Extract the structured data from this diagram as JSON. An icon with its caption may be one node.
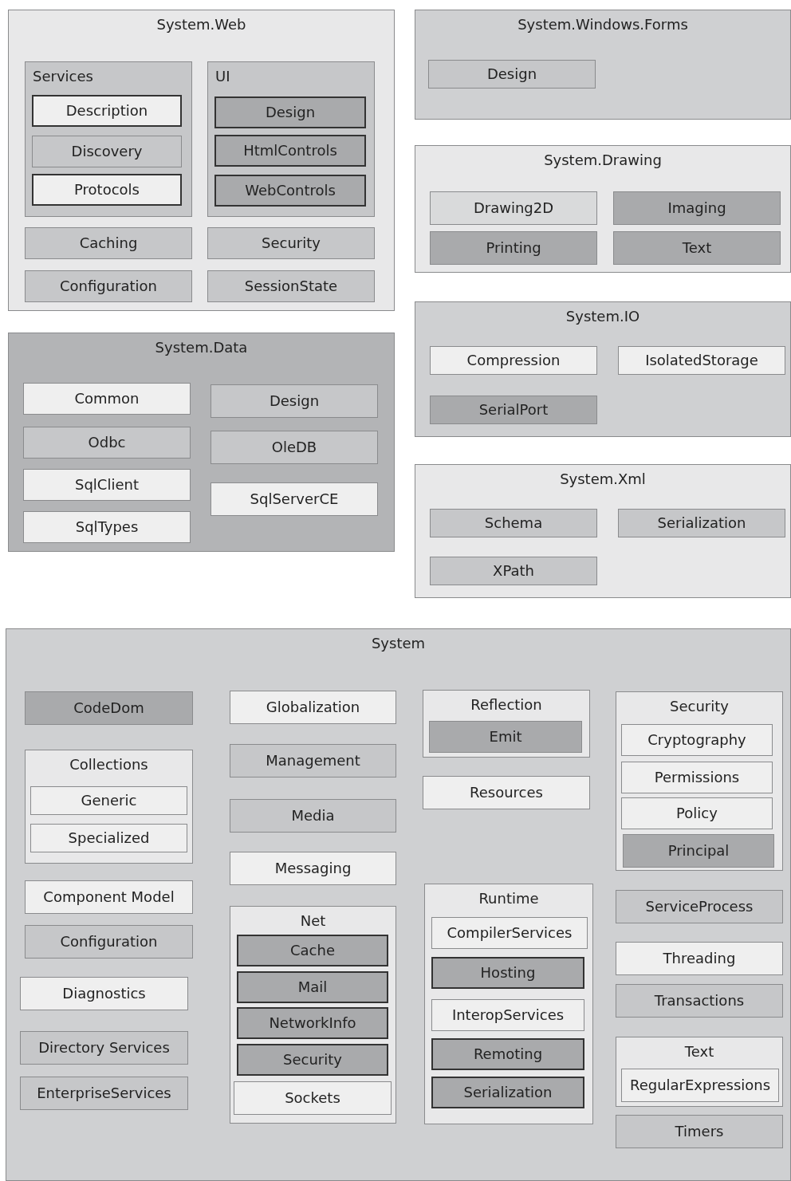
{
  "diagram": {
    "nodes": [
      {
        "text": [
          "System.Web"
        ]
      },
      {
        "text": [
          "Services"
        ],
        "in": 0
      },
      {
        "text": [
          "Description"
        ],
        "in": 1
      },
      {
        "text": [
          "Discovery"
        ],
        "in": 1
      },
      {
        "text": [
          "Protocols"
        ],
        "in": 1
      },
      {
        "text": [
          "UI"
        ],
        "in": 0
      },
      {
        "text": [
          "Design"
        ],
        "in": 5
      },
      {
        "text": [
          "HtmlControls"
        ],
        "in": 5
      },
      {
        "text": [
          "WebControls"
        ],
        "in": 5
      },
      {
        "text": [
          "Caching"
        ],
        "in": 0
      },
      {
        "text": [
          "Security"
        ],
        "in": 0
      },
      {
        "text": [
          "Configuration"
        ],
        "in": 0
      },
      {
        "text": [
          "SessionState"
        ],
        "in": 0
      },
      {
        "text": [
          "System.Data"
        ]
      },
      {
        "text": [
          "Common"
        ],
        "in": 13
      },
      {
        "text": [
          "Odbc"
        ],
        "in": 13
      },
      {
        "text": [
          "SqlClient"
        ],
        "in": 13
      },
      {
        "text": [
          "SqlTypes"
        ],
        "in": 13
      },
      {
        "text": [
          "Design"
        ],
        "in": 13
      },
      {
        "text": [
          "OleDB"
        ],
        "in": 13
      },
      {
        "text": [
          "SqlServerCE"
        ],
        "in": 13
      },
      {
        "text": [
          "System.Windows.Forms"
        ]
      },
      {
        "text": [
          "Design"
        ],
        "in": 21
      },
      {
        "text": [
          "System.Drawing"
        ]
      },
      {
        "text": [
          "Drawing2D"
        ],
        "in": 23
      },
      {
        "text": [
          "Imaging"
        ],
        "in": 23
      },
      {
        "text": [
          "Printing"
        ],
        "in": 23
      },
      {
        "text": [
          "Text"
        ],
        "in": 23
      },
      {
        "text": [
          "System.IO"
        ]
      },
      {
        "text": [
          "Compression"
        ],
        "in": 28
      },
      {
        "text": [
          "IsolatedStorage"
        ],
        "in": 28
      },
      {
        "text": [
          "SerialPort"
        ],
        "in": 28
      },
      {
        "text": [
          "System.Xml"
        ]
      },
      {
        "text": [
          "Schema"
        ],
        "in": 32
      },
      {
        "text": [
          "Serialization"
        ],
        "in": 32
      },
      {
        "text": [
          "XPath"
        ],
        "in": 32
      },
      {
        "text": [
          "System"
        ]
      },
      {
        "text": [
          "CodeDom"
        ],
        "in": 36
      },
      {
        "text": [
          "Collections"
        ],
        "in": 36
      },
      {
        "text": [
          "Generic"
        ],
        "in": 38
      },
      {
        "text": [
          "Specialized"
        ],
        "in": 38
      },
      {
        "text": [
          "Component Model"
        ],
        "in": 36
      },
      {
        "text": [
          "Configuration"
        ],
        "in": 36
      },
      {
        "text": [
          "Diagnostics"
        ],
        "in": 36
      },
      {
        "text": [
          "Directory Services"
        ],
        "in": 36
      },
      {
        "text": [
          "EnterpriseServices"
        ],
        "in": 36
      },
      {
        "text": [
          "Globalization"
        ],
        "in": 36
      },
      {
        "text": [
          "Management"
        ],
        "in": 36
      },
      {
        "text": [
          "Media"
        ],
        "in": 36
      },
      {
        "text": [
          "Messaging"
        ],
        "in": 36
      },
      {
        "text": [
          "Net"
        ],
        "in": 36
      },
      {
        "text": [
          "Cache"
        ],
        "in": 50
      },
      {
        "text": [
          "Mail"
        ],
        "in": 50
      },
      {
        "text": [
          "NetworkInfo"
        ],
        "in": 50
      },
      {
        "text": [
          "Security"
        ],
        "in": 50
      },
      {
        "text": [
          "Sockets"
        ],
        "in": 50
      },
      {
        "text": [
          "Reflection"
        ],
        "in": 36
      },
      {
        "text": [
          "Emit"
        ],
        "in": 56
      },
      {
        "text": [
          "Resources"
        ],
        "in": 36
      },
      {
        "text": [
          "Runtime"
        ],
        "in": 36
      },
      {
        "text": [
          "CompilerServices"
        ],
        "in": 59
      },
      {
        "text": [
          "Hosting"
        ],
        "in": 59
      },
      {
        "text": [
          "InteropServices"
        ],
        "in": 59
      },
      {
        "text": [
          "Remoting"
        ],
        "in": 59
      },
      {
        "text": [
          "Serialization"
        ],
        "in": 59
      },
      {
        "text": [
          "Security"
        ],
        "in": 36
      },
      {
        "text": [
          "Cryptography"
        ],
        "in": 65
      },
      {
        "text": [
          "Permissions"
        ],
        "in": 65
      },
      {
        "text": [
          "Policy"
        ],
        "in": 65
      },
      {
        "text": [
          "Principal"
        ],
        "in": 65
      },
      {
        "text": [
          "ServiceProcess"
        ],
        "in": 36
      },
      {
        "text": [
          "Threading"
        ],
        "in": 36
      },
      {
        "text": [
          "Transactions"
        ],
        "in": 36
      },
      {
        "text": [
          "Text"
        ],
        "in": 36
      },
      {
        "text": [
          "RegularExpressions"
        ],
        "in": 73
      },
      {
        "text": [
          "Timers"
        ],
        "in": 36
      }
    ]
  }
}
